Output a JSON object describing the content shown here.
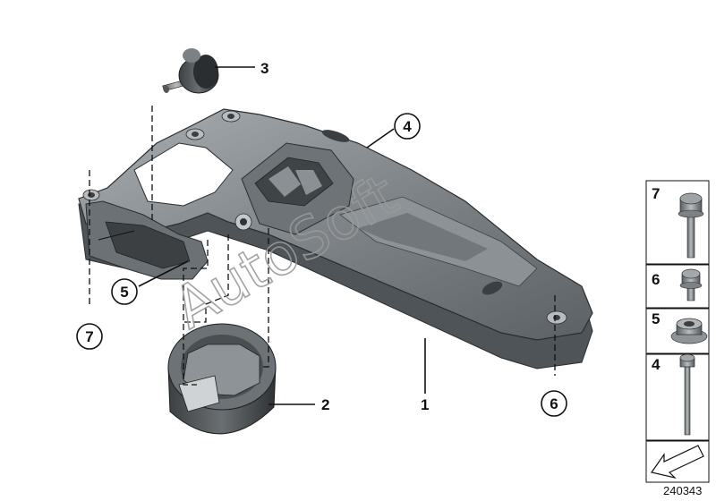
{
  "diagram": {
    "reference_number": "240343",
    "watermark": "AutoSoft",
    "callouts": [
      {
        "id": "c1",
        "label": "1"
      },
      {
        "id": "c2",
        "label": "2"
      },
      {
        "id": "c3",
        "label": "3"
      },
      {
        "id": "c4",
        "label": "4"
      },
      {
        "id": "c5",
        "label": "5"
      },
      {
        "id": "c6",
        "label": "6"
      },
      {
        "id": "c7",
        "label": "7"
      }
    ],
    "side_panel": [
      {
        "label": "7",
        "part": "flange-bolt-long"
      },
      {
        "label": "6",
        "part": "hex-bolt-short"
      },
      {
        "label": "5",
        "part": "hex-nut-flange"
      },
      {
        "label": "4",
        "part": "bolt-long-thin"
      }
    ]
  }
}
